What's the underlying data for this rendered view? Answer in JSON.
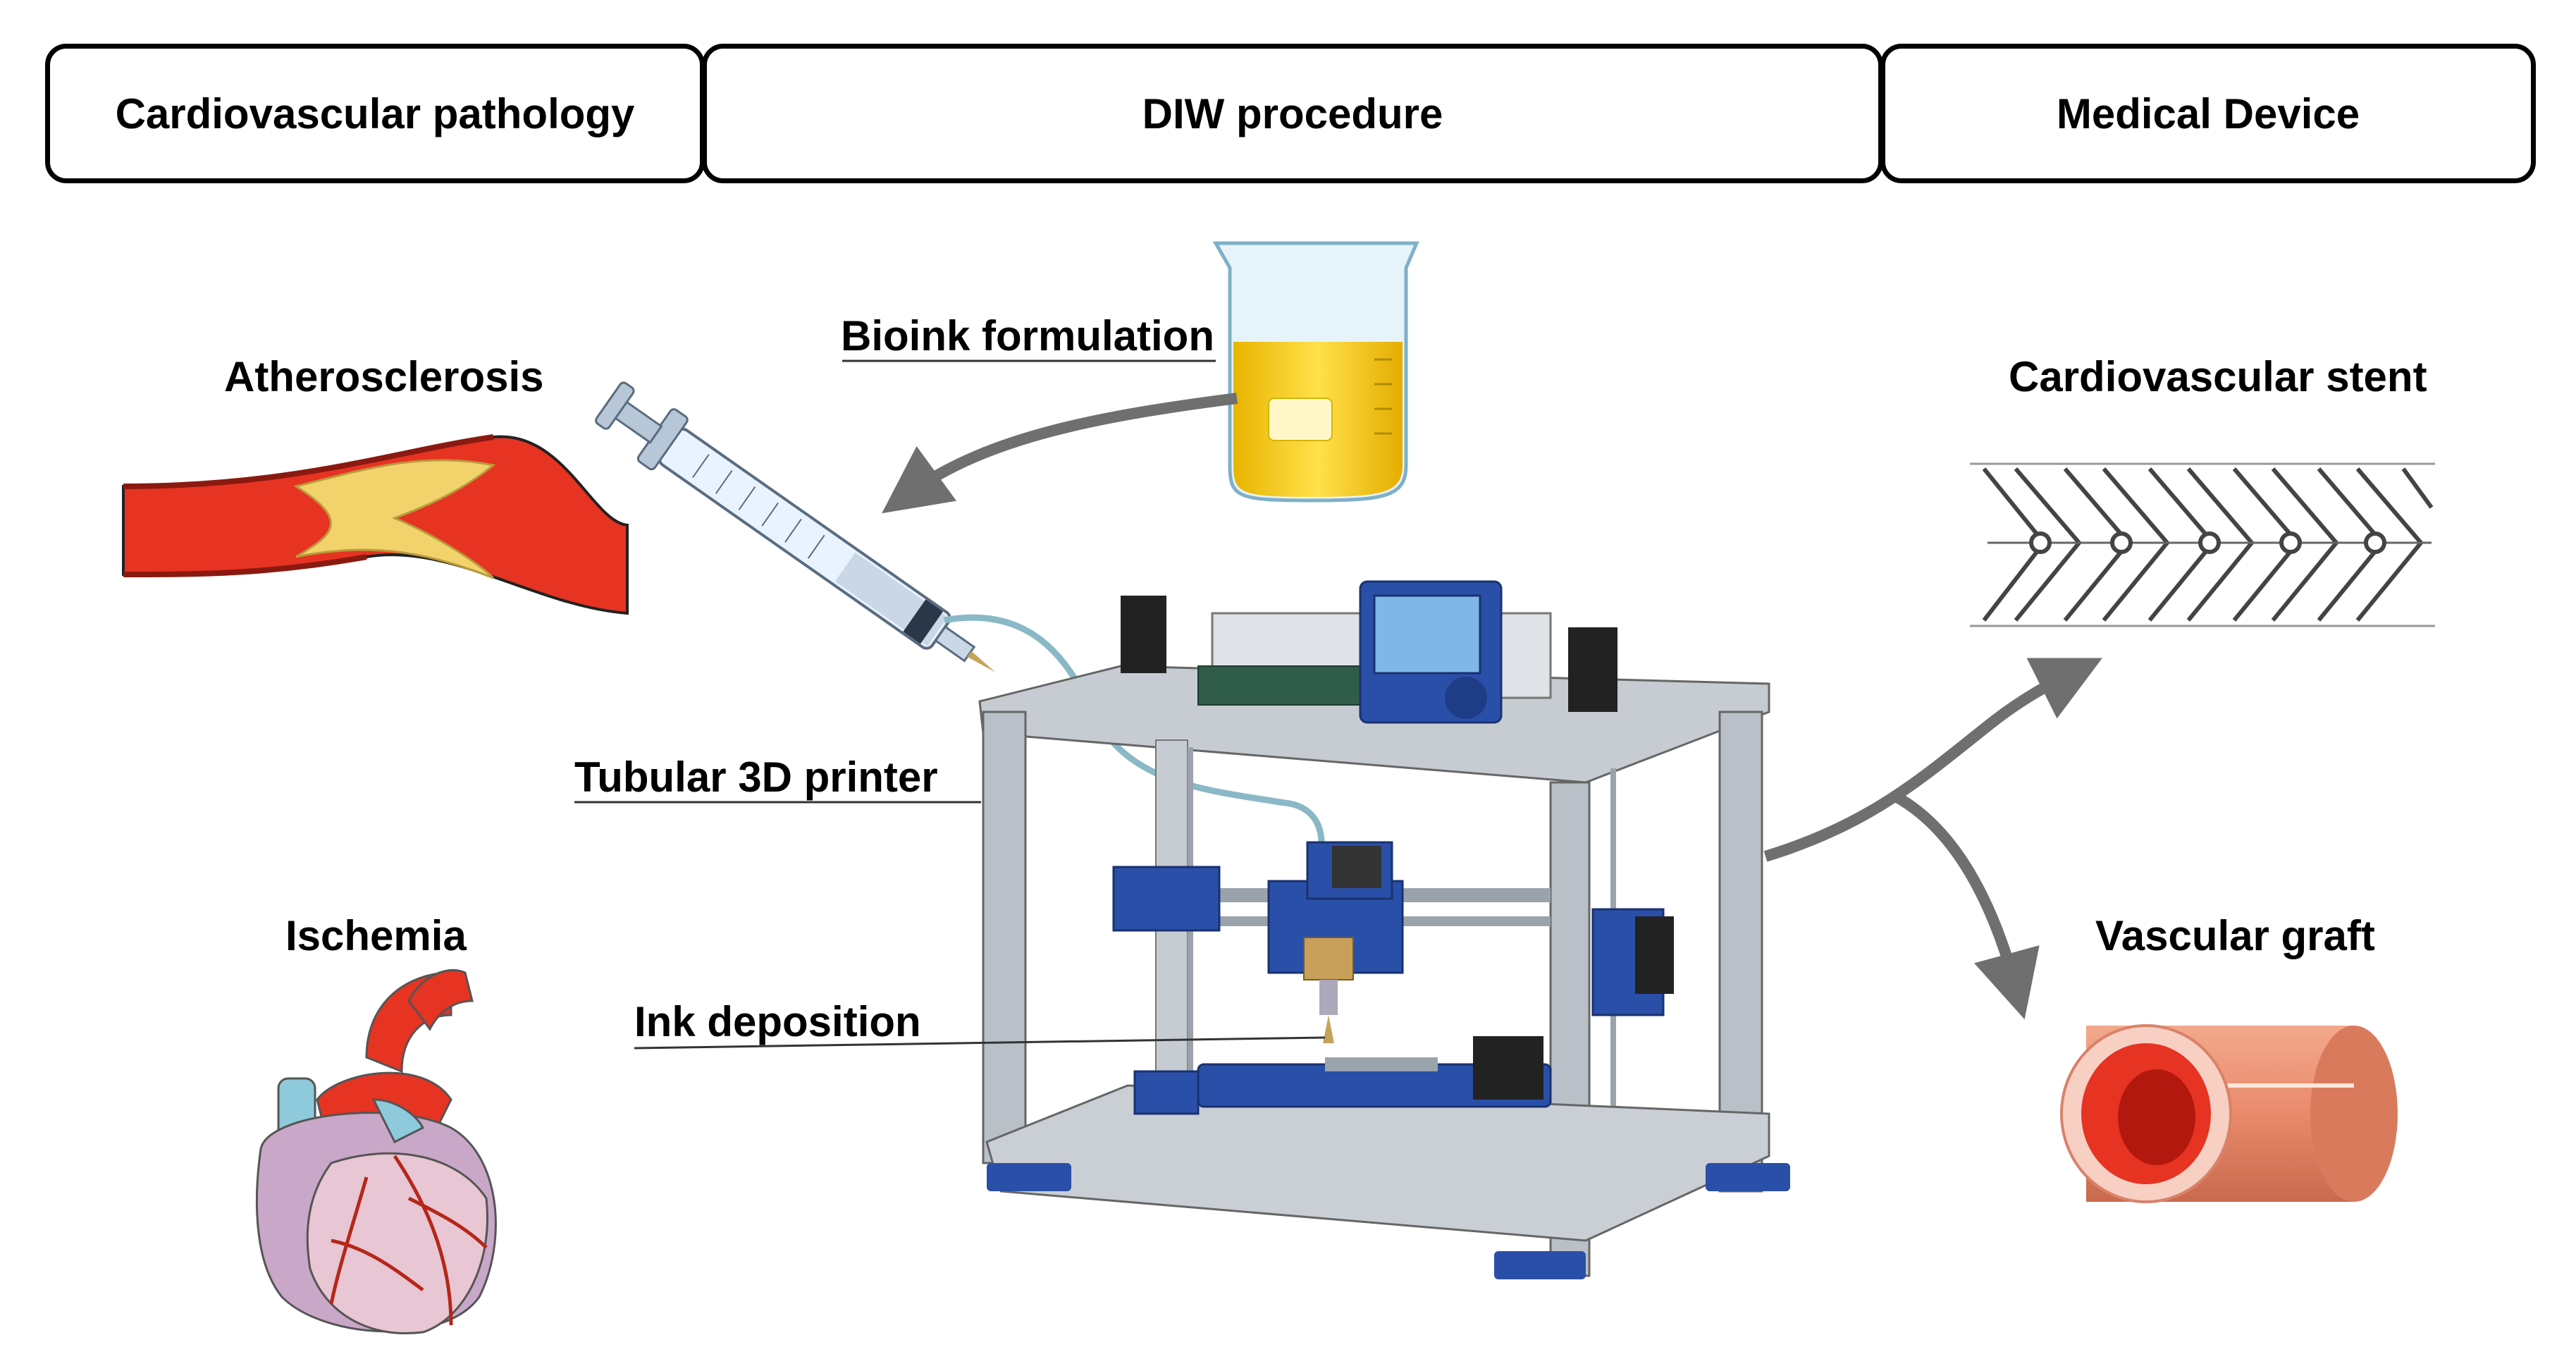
{
  "headers": {
    "pathology": "Cardiovascular pathology",
    "procedure": "DIW procedure",
    "device": "Medical Device"
  },
  "labels": {
    "atherosclerosis": "Atherosclerosis",
    "ischemia": "Ischemia",
    "bioink": "Bioink formulation",
    "printer": "Tubular 3D printer",
    "deposition": "Ink deposition",
    "stent": "Cardiovascular stent",
    "graft": "Vascular graft"
  },
  "colors": {
    "artery_red": "#e63322",
    "plaque_yellow": "#f2d36b",
    "bioink_yellow": "#f5cf10",
    "printer_blue": "#2a4fa8",
    "graft_salmon": "#ea8a6c",
    "arrow_gray": "#6f6f6f"
  }
}
